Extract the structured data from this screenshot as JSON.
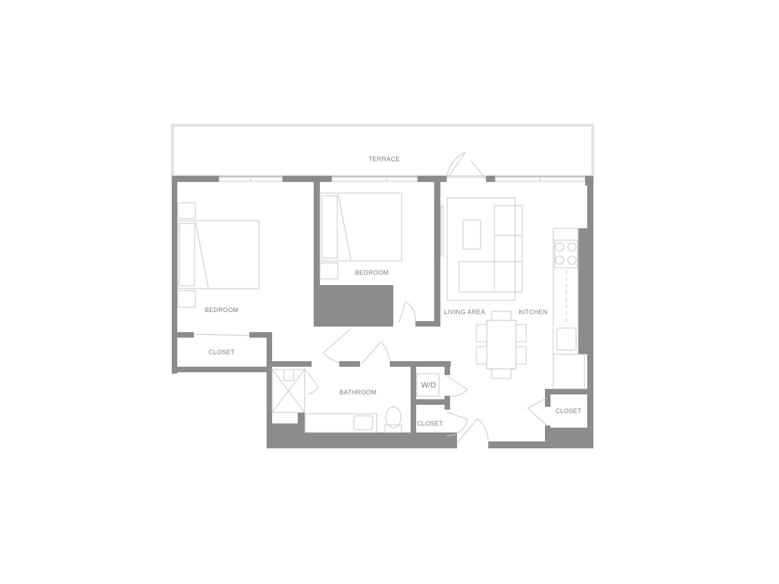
{
  "rooms": {
    "terrace": "TERRACE",
    "bedroom_1": "BEDROOM",
    "bedroom_2": "BEDROOM",
    "living_area": "LIVING AREA",
    "kitchen": "KITCHEN",
    "closet_bedroom": "CLOSET",
    "bathroom": "BATHROOM",
    "washer_dryer": "W/D",
    "closet_hall": "CLOSET",
    "closet_entry": "CLOSET"
  },
  "colors": {
    "wall": "#8c8c8c",
    "line": "#c4c4c4",
    "text": "#7a7a7a"
  }
}
